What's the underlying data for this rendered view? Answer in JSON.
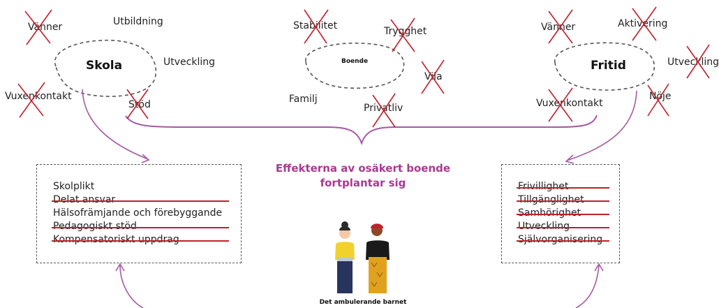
{
  "colors": {
    "arrow": "#a35aa3",
    "cross": "#c0202a",
    "headline": "#a83a93",
    "dash": "#555555"
  },
  "clusters": {
    "left": {
      "title": "Skola",
      "words": [
        "Vänner",
        "Utbildning",
        "Utveckling",
        "Vuxenkontakt",
        "Stöd"
      ],
      "crossed": [
        "Vänner",
        "Vuxenkontakt",
        "Stöd"
      ]
    },
    "middle": {
      "title": "Boende",
      "words": [
        "Stabilitet",
        "Trygghet",
        "Vila",
        "Familj",
        "Privatliv"
      ],
      "crossed": [
        "Stabilitet",
        "Trygghet",
        "Vila",
        "Privatliv"
      ]
    },
    "right": {
      "title": "Fritid",
      "words": [
        "Vänner",
        "Aktivering",
        "Utveckling",
        "Vuxenkontakt",
        "Nöje"
      ],
      "crossed": [
        "Vänner",
        "Aktivering",
        "Utveckling",
        "Vuxenkontakt",
        "Nöje"
      ]
    }
  },
  "headline": {
    "line1": "Effekterna av osäkert boende",
    "line2": "fortplantar sig"
  },
  "school_box": {
    "items": [
      {
        "text": "Skolplikt",
        "struck": false
      },
      {
        "text": "Delat ansvar",
        "struck": true
      },
      {
        "text": "Hälsofrämjande och förebyggande",
        "struck": false
      },
      {
        "text": "Pedagogiskt stöd",
        "struck": true
      },
      {
        "text": "Kompensatoriskt uppdrag",
        "struck": true
      }
    ]
  },
  "leisure_box": {
    "items": [
      {
        "text": "Frivillighet",
        "struck": true
      },
      {
        "text": "Tillgänglighet",
        "struck": true
      },
      {
        "text": "Samhörighet",
        "struck": true
      },
      {
        "text": "Utveckling",
        "struck": true
      },
      {
        "text": "Självorganisering",
        "struck": true
      }
    ]
  },
  "caption": "Det ambulerande barnet"
}
